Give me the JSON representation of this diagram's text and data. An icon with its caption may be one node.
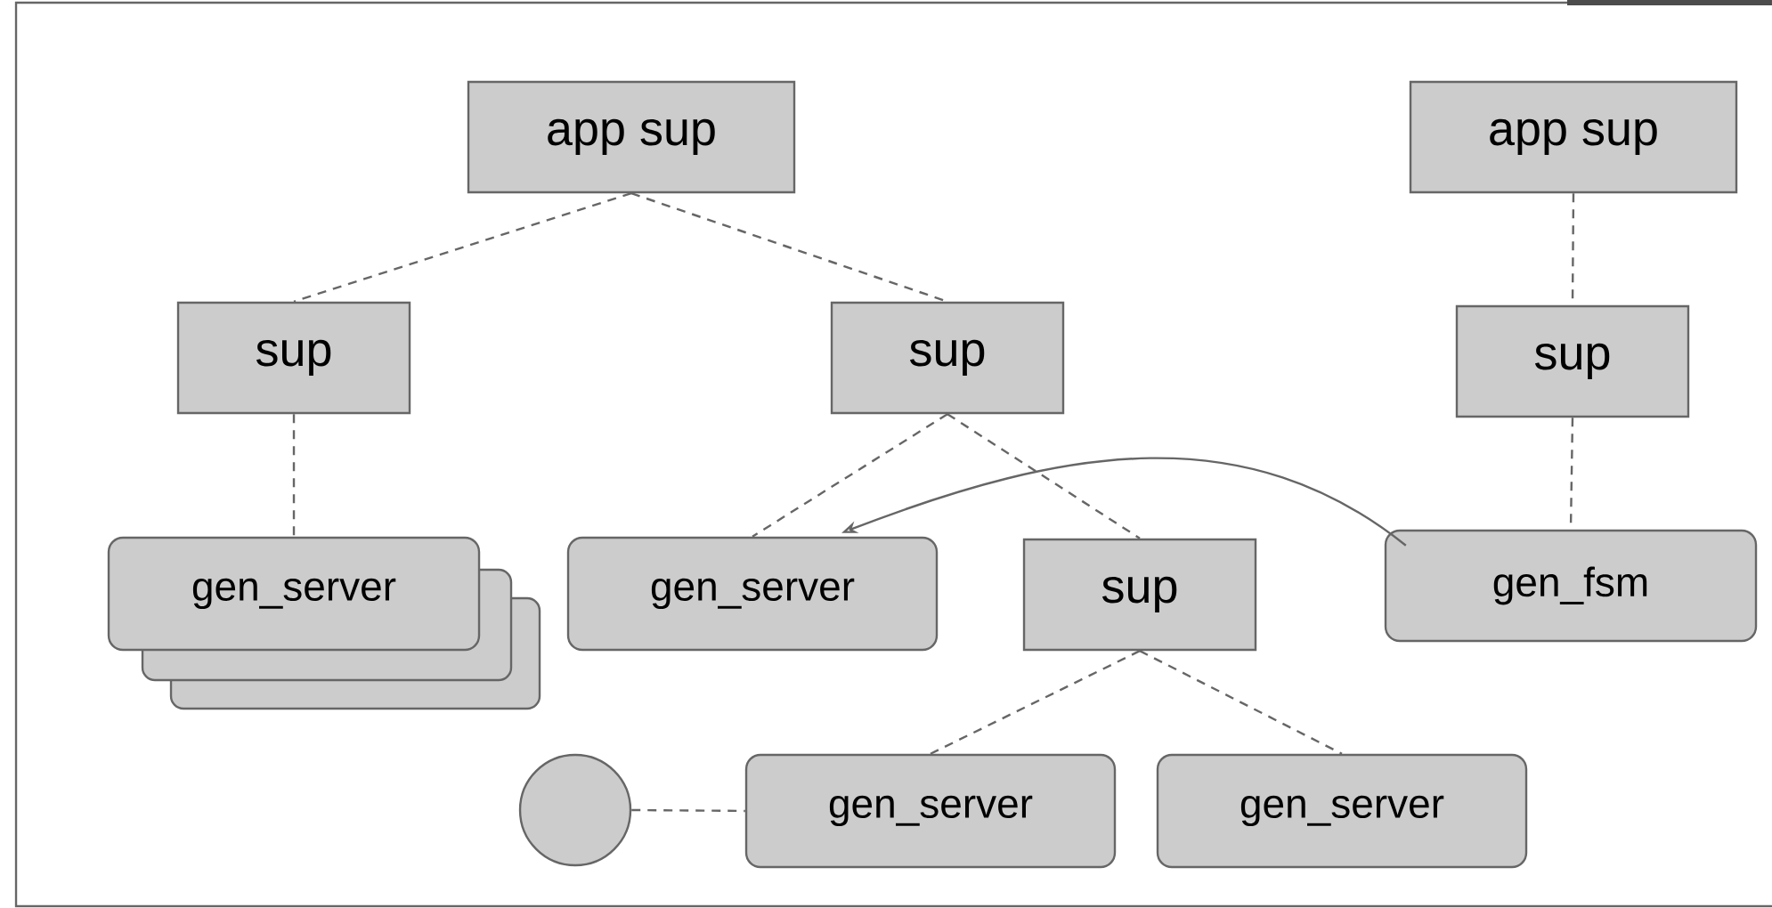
{
  "diagram": {
    "nodes": [
      {
        "text": [
          "app sup"
        ]
      },
      {
        "text": [
          "app sup"
        ]
      },
      {
        "text": [
          "sup"
        ]
      },
      {
        "text": [
          "sup"
        ]
      },
      {
        "text": [
          "sup"
        ]
      },
      {
        "text": [
          "gen_server"
        ]
      },
      {
        "text": [
          "gen_server"
        ]
      },
      {
        "text": [
          "sup"
        ]
      },
      {
        "text": [
          "gen_fsm"
        ]
      },
      {
        "text": [],
        "shape": "circle"
      },
      {
        "text": [
          "gen_server"
        ]
      },
      {
        "text": [
          "gen_server"
        ]
      }
    ],
    "edges": [
      {
        "from": 0,
        "to": 2,
        "arrow": "none",
        "style": "dashed"
      },
      {
        "from": 0,
        "to": 3,
        "arrow": "none",
        "style": "dashed"
      },
      {
        "from": 2,
        "to": 5,
        "arrow": "none",
        "style": "dashed"
      },
      {
        "from": 3,
        "to": 6,
        "arrow": "none",
        "style": "dashed"
      },
      {
        "from": 3,
        "to": 7,
        "arrow": "none",
        "style": "dashed"
      },
      {
        "from": 1,
        "to": 4,
        "arrow": "none",
        "style": "dashed"
      },
      {
        "from": 4,
        "to": 8,
        "arrow": "none",
        "style": "dashed"
      },
      {
        "from": 7,
        "to": 10,
        "arrow": "none",
        "style": "dashed"
      },
      {
        "from": 7,
        "to": 11,
        "arrow": "none",
        "style": "dashed"
      },
      {
        "from": 9,
        "to": 10,
        "arrow": "none",
        "style": "dashed"
      },
      {
        "from": 8,
        "to": 6,
        "arrow": "to"
      }
    ]
  }
}
